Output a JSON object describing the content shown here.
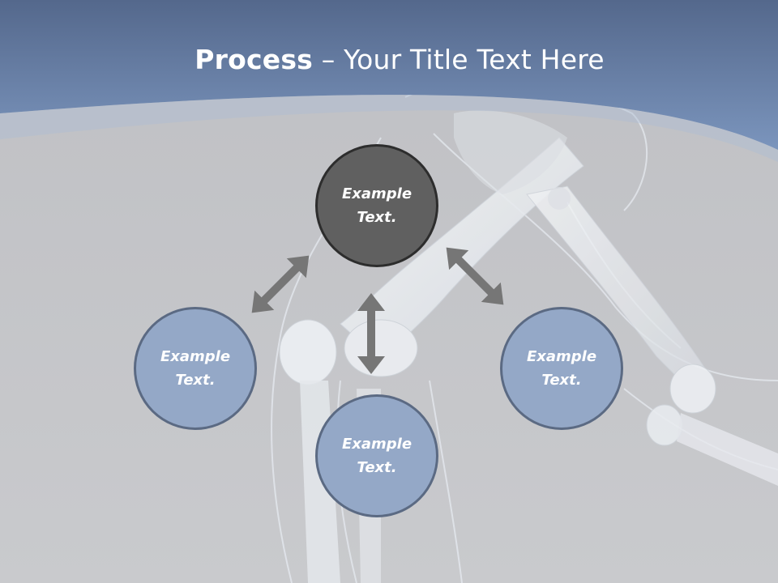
{
  "title": {
    "bold": "Process",
    "rest": " – Your Title Text Here"
  },
  "nodes": [
    {
      "text": "Example Text.",
      "role": "center",
      "color": "#606060"
    },
    {
      "text": "Example Text.",
      "role": "left",
      "color": "#94a8c7"
    },
    {
      "text": "Example Text.",
      "role": "bottom",
      "color": "#94a8c7"
    },
    {
      "text": "Example Text.",
      "role": "right",
      "color": "#94a8c7"
    }
  ],
  "colors": {
    "header_blue": "#6f8ab4",
    "background_gray": "#c6c7cb",
    "arrow_gray": "#767676"
  }
}
